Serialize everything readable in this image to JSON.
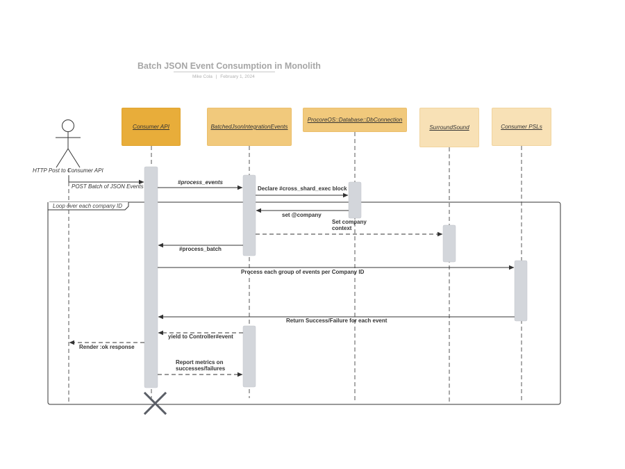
{
  "diagram": {
    "title": "Batch JSON Event Consumption in Monolith",
    "author": "Mike Cola",
    "separator": "|",
    "date": "February 1, 2024",
    "participants": [
      {
        "id": "consumer-api",
        "label": "Consumer API",
        "color": "#e8ad3a"
      },
      {
        "id": "batched-json",
        "label": "BatchedJsonIntegrationEvents",
        "color": "#f1c97c"
      },
      {
        "id": "db-connection",
        "label": "ProcoreOS::Database::DbConnection",
        "color": "#f1c97c"
      },
      {
        "id": "surround-sound",
        "label": "SurroundSound",
        "color": "#f8e1b6"
      },
      {
        "id": "consumer-psls",
        "label": "Consumer PSLs",
        "color": "#f8e1b6"
      }
    ],
    "loop_label": "Loop over each company ID",
    "messages": {
      "http_post": "HTTP Post to Consumer API",
      "post_batch": "POST Batch of JSON Events",
      "process_events": "#process_events",
      "declare_block": "Declare #cross_shard_exec block",
      "set_company": "set @company",
      "set_context_1": "Set company",
      "set_context_2": "context",
      "process_batch": "#process_batch",
      "process_group": "Process each group of events per Company ID",
      "return_status": "Return Success/Failure for each event",
      "yield_controller": "yield to Controller#event",
      "render_ok": "Render :ok response",
      "report_metrics_1": "Report metrics on",
      "report_metrics_2": "successes/failures"
    }
  }
}
